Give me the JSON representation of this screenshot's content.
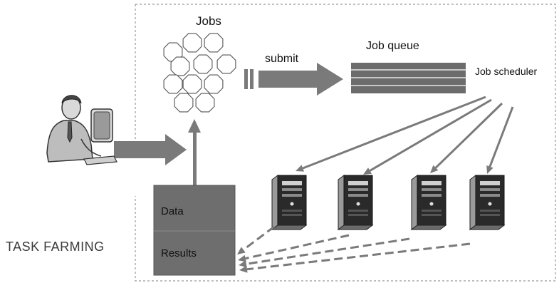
{
  "labels": {
    "jobs": "Jobs",
    "submit": "submit",
    "job_queue": "Job queue",
    "job_scheduler": "Job scheduler",
    "task_farming": "TASK FARMING",
    "data": "Data",
    "results": "Results"
  },
  "icons": {
    "user": "user-at-computer-icon",
    "server": "server-tower-icon"
  },
  "colors": {
    "arrow": "#7a7a7a",
    "box_fill": "#6e6e6e",
    "queue_fill": "#6c6c6c",
    "queue_line": "#c8c8c8",
    "border": "#9a9a9a",
    "text": "#111111"
  },
  "server_count": 4
}
